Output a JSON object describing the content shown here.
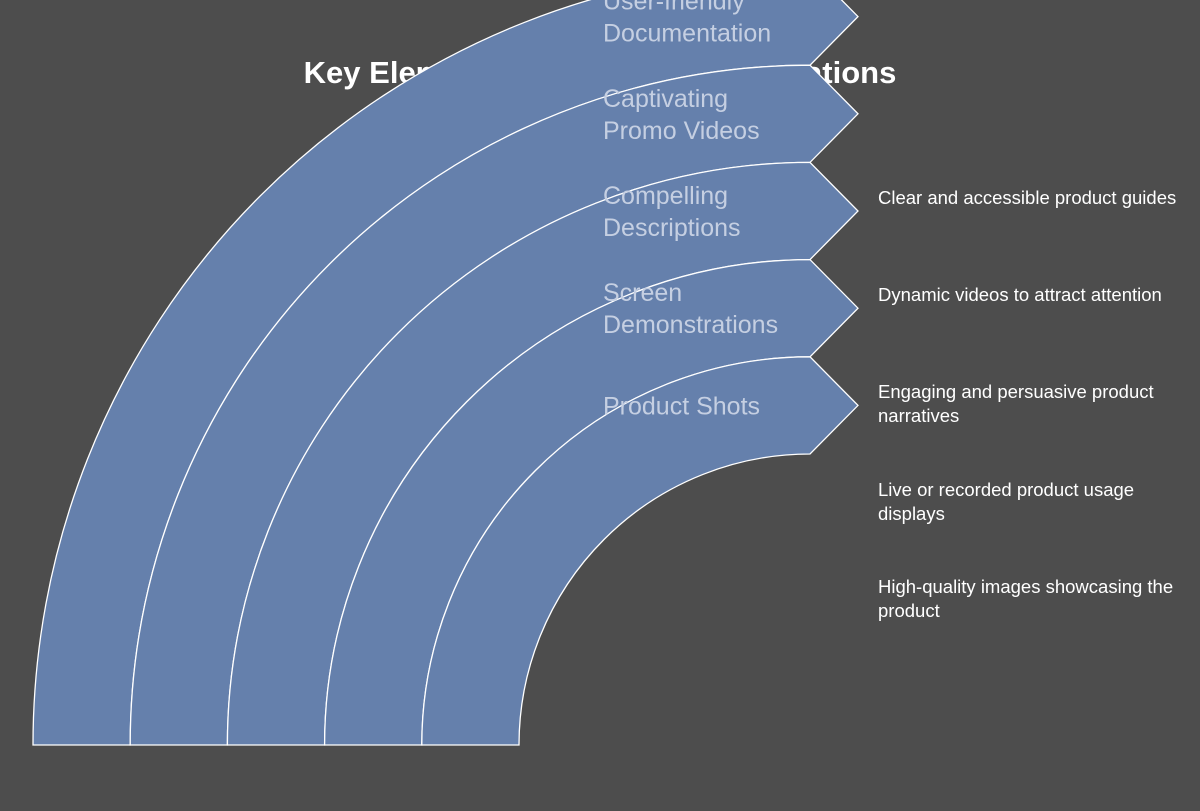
{
  "title": "Key Elements of Effective Presentations",
  "colors": {
    "background": "#4d4d4d",
    "band_fill": "#6580ac",
    "band_stroke": "#ffffff",
    "label_text": "#c5cfe2",
    "description_text": "#ffffff"
  },
  "elements": [
    {
      "label_lines": [
        "User-friendly",
        "Documentation"
      ],
      "description": "Clear and accessible product guides"
    },
    {
      "label_lines": [
        "Captivating",
        "Promo Videos"
      ],
      "description": "Dynamic videos to attract attention"
    },
    {
      "label_lines": [
        "Compelling",
        "Descriptions"
      ],
      "description": "Engaging and persuasive product narratives"
    },
    {
      "label_lines": [
        "Screen",
        "Demonstrations"
      ],
      "description": "Live or recorded product usage displays"
    },
    {
      "label_lines": [
        "Product Shots"
      ],
      "description": "High-quality images showcasing the product"
    }
  ]
}
